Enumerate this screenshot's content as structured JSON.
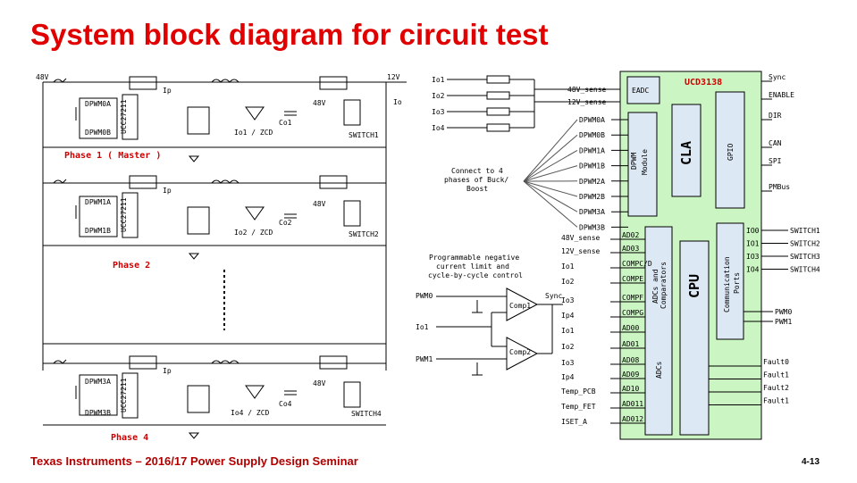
{
  "title": "System block diagram for circuit test",
  "footer": {
    "left": "Texas Instruments – 2016/17 Power Supply Design Seminar",
    "right": "4-13"
  },
  "power_stage": {
    "input_label": "48V",
    "output_label": "12V",
    "output_current": "Io",
    "current_label": "Ip",
    "switch_voltage": "48V",
    "driver": "UCC27211",
    "phases": [
      {
        "pwm_a": "DPWM0A",
        "pwm_b": "DPWM0B",
        "cap": "Co1",
        "inductor": "Io1 / ZCD",
        "switch": "SWITCH1",
        "label": "Phase 1 ( Master )"
      },
      {
        "pwm_a": "DPWM1A",
        "pwm_b": "DPWM1B",
        "cap": "Co2",
        "inductor": "Io2 / ZCD",
        "switch": "SWITCH2",
        "label": "Phase 2"
      },
      {
        "pwm_a": "DPWM3A",
        "pwm_b": "DPWM3B",
        "cap": "Co4",
        "inductor": "Io4 / ZCD",
        "switch": "SWITCH4",
        "label": "Phase 4"
      }
    ]
  },
  "controller": {
    "name": "UCD3138",
    "blocks": {
      "eadc": "EADC",
      "dpwm": "DPWM Module",
      "cla": "CLA",
      "gpio": "GPIO",
      "adcs_comp": "ADCs and Comparators",
      "cpu": "CPU",
      "comm": "Communication Ports",
      "adcs": "ADCs"
    },
    "io_inputs": [
      "Io1",
      "Io2",
      "Io3",
      "Io4"
    ],
    "sense_labels": [
      "48V_sense",
      "12V_sense"
    ],
    "dpwm_pins": [
      "DPWM0A",
      "DPWM0B",
      "DPWM1A",
      "DPWM1B",
      "DPWM2A",
      "DPWM2B",
      "DPWM3A",
      "DPWM3B"
    ],
    "connect_note": "Connect to 4 phases of Buck/ Boost",
    "adc_rows": [
      {
        "sig": "48V_sense",
        "pin": "AD02"
      },
      {
        "sig": "12V_sense",
        "pin": "AD03"
      },
      {
        "sig": "Io1",
        "pin": "COMPC/D"
      },
      {
        "sig": "Io2",
        "pin": "COMPE"
      },
      {
        "sig": "Io3",
        "pin": "COMPF"
      },
      {
        "sig": "Ip4",
        "pin": "COMPG"
      },
      {
        "sig": "Io1",
        "pin": "AD00"
      },
      {
        "sig": "Io2",
        "pin": "AD01"
      },
      {
        "sig": "Io3",
        "pin": "AD08"
      },
      {
        "sig": "Ip4",
        "pin": "AD09"
      },
      {
        "sig": "Temp_PCB",
        "pin": "AD10"
      },
      {
        "sig": "Temp_FET",
        "pin": "AD011"
      },
      {
        "sig": "ISET_A",
        "pin": "AD012"
      }
    ],
    "right_pins": [
      "Sync",
      "ENABLE",
      "DIR",
      "CAN",
      "SPI",
      "PMBus"
    ],
    "io_pins": [
      {
        "pin": "IO0",
        "sig": "SWITCH1"
      },
      {
        "pin": "IO1",
        "sig": "SWITCH2"
      },
      {
        "pin": "IO3",
        "sig": "SWITCH3"
      },
      {
        "pin": "IO4",
        "sig": "SWITCH4"
      }
    ],
    "pwm_out": [
      "PWM0",
      "PWM1"
    ],
    "faults": [
      "Fault0",
      "Fault1",
      "Fault2",
      "Fault1"
    ]
  },
  "comparator": {
    "note": "Programmable negative current limit and cycle-by-cycle control",
    "comp1": "Comp1",
    "comp2": "Comp2",
    "in1": "PWM0",
    "in2": "Io1",
    "in3": "PWM1",
    "out": "Sync"
  }
}
